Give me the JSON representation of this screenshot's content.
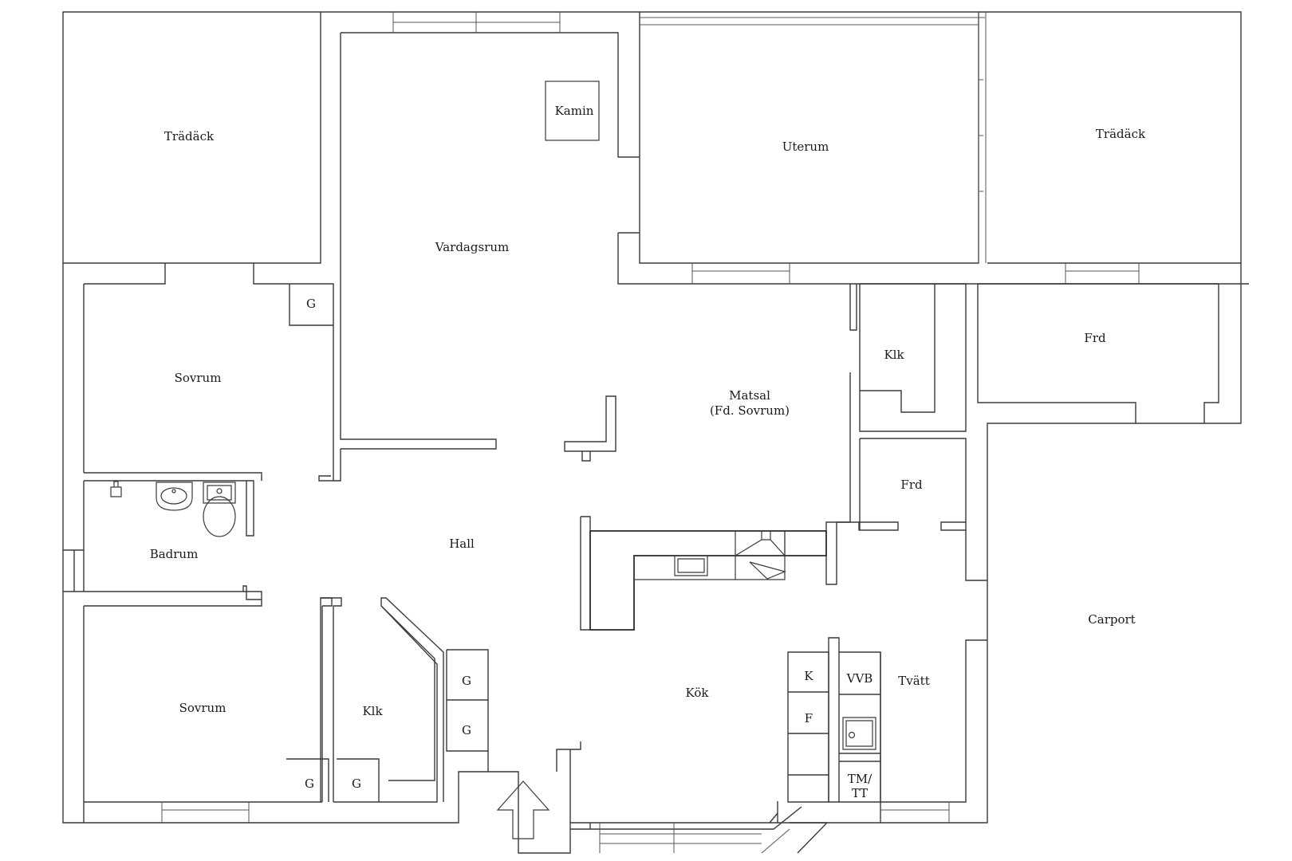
{
  "floorplan": {
    "rooms": {
      "tradack_left": "Trädäck",
      "kamin": "Kamin",
      "uterum": "Uterum",
      "tradack_right": "Trädäck",
      "vardagsrum": "Vardagsrum",
      "g_top": "G",
      "sovrum_upper": "Sovrum",
      "matsal": "Matsal",
      "matsal_note": "(Fd. Sovrum)",
      "klk_upper": "Klk",
      "frd_upper": "Frd",
      "frd_lower": "Frd",
      "badrum": "Badrum",
      "hall": "Hall",
      "carport": "Carport",
      "sovrum_lower": "Sovrum",
      "klk_lower": "Klk",
      "g_sovrum": "G",
      "g_klk": "G",
      "g_hall_1": "G",
      "g_hall_2": "G",
      "kok": "Kök",
      "k": "K",
      "f": "F",
      "vvb": "VVB",
      "tvatt": "Tvätt",
      "tm_line1": "TM/",
      "tm_line2": "TT"
    },
    "icons": {
      "entrance": "entrance-arrow-icon",
      "sink": "sink-icon",
      "toilet": "toilet-icon",
      "stove_hood": "range-hood-icon"
    }
  }
}
